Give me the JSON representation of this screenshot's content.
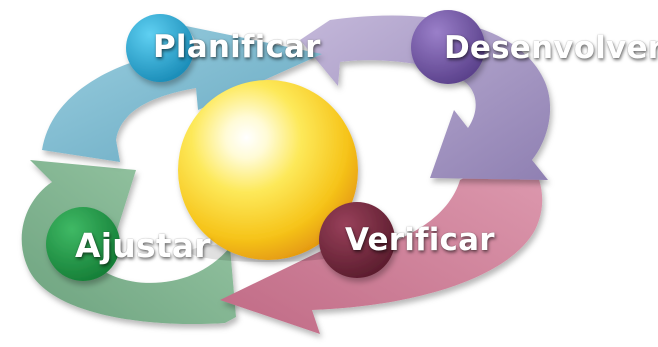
{
  "stages": {
    "plan": {
      "label": "Planificar",
      "color": "#7ab9cf",
      "circle": "#1a9ec9"
    },
    "do": {
      "label": "Desenvolver",
      "color": "#a99bc3",
      "circle": "#6a4f9f"
    },
    "check": {
      "label": "Verificar",
      "color": "#cf8098",
      "circle": "#6b2437"
    },
    "act": {
      "label": "Ajustar",
      "color": "#7eb18e",
      "circle": "#1a8f3e"
    }
  },
  "center": {
    "color": "#f6c41a"
  }
}
